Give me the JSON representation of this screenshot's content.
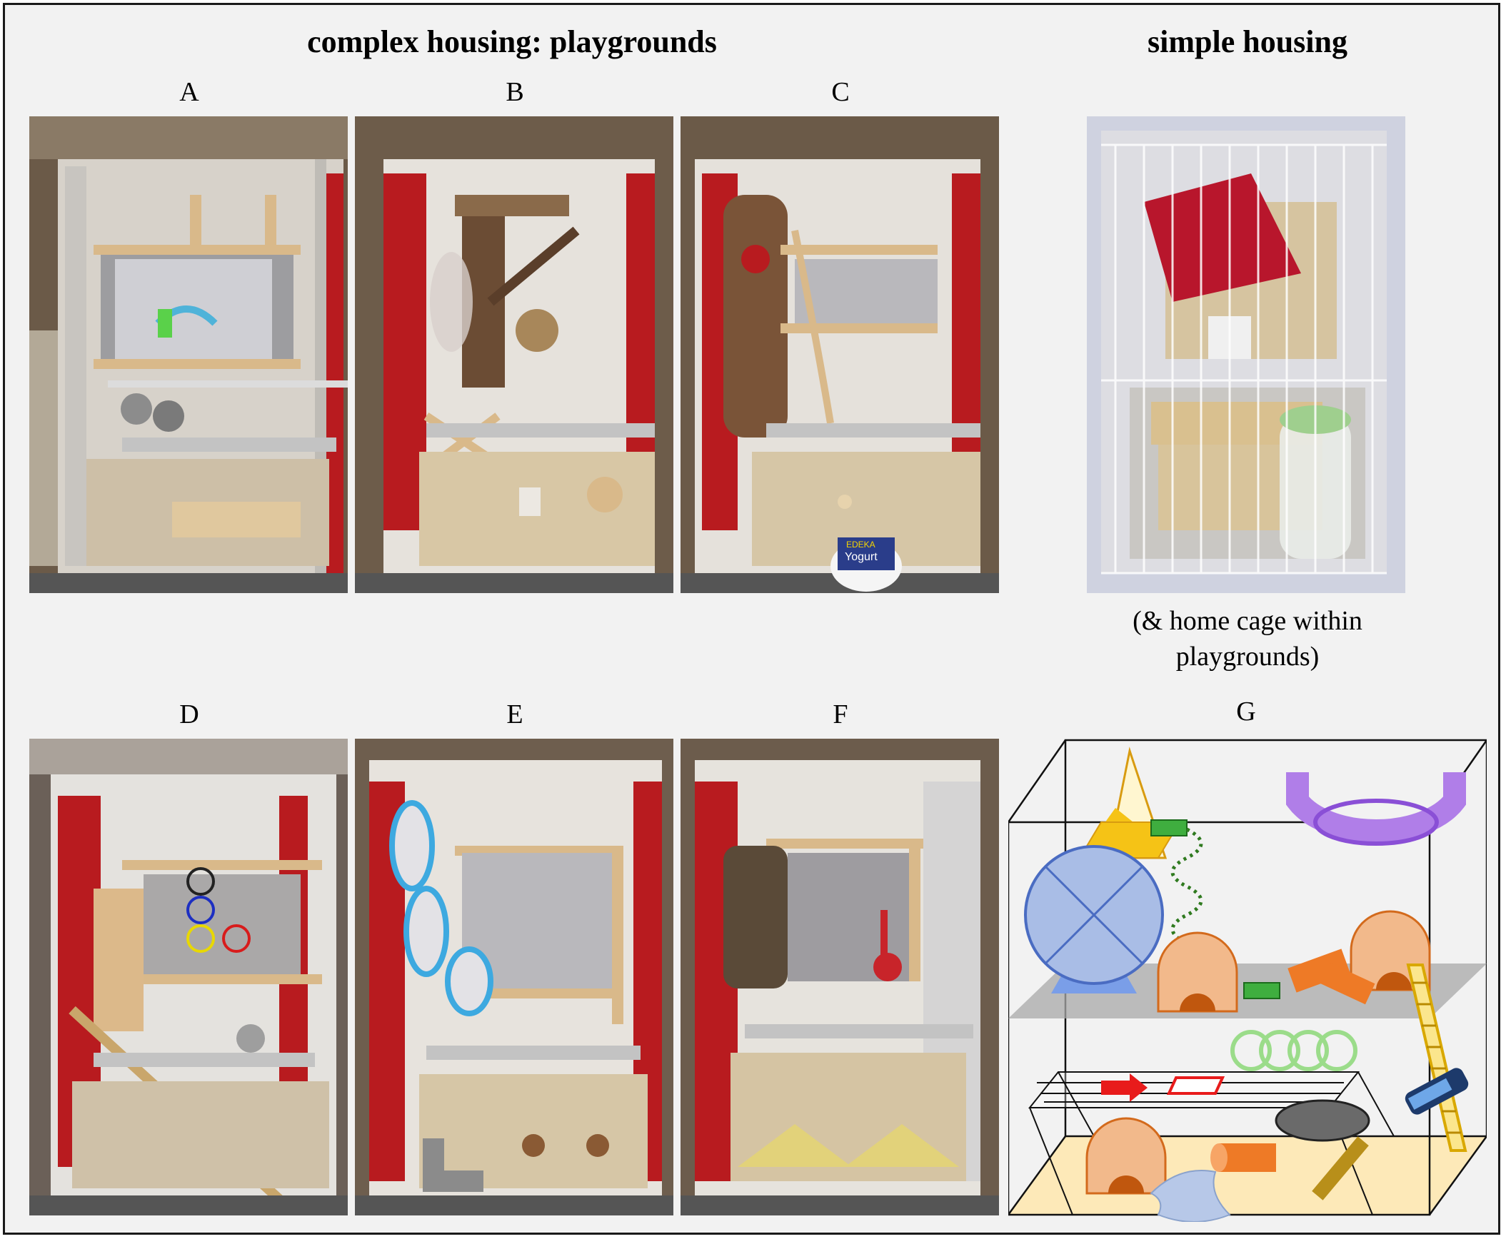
{
  "headings": {
    "complex": "complex housing: playgrounds",
    "simple": "simple housing"
  },
  "panels": [
    {
      "letter": "A"
    },
    {
      "letter": "B"
    },
    {
      "letter": "C"
    },
    {
      "letter": "D"
    },
    {
      "letter": "E"
    },
    {
      "letter": "F"
    },
    {
      "letter": "G"
    }
  ],
  "simple_note": {
    "line1": "(& home cage within",
    "line2": "playgrounds)"
  },
  "photo_labels": {
    "yogurt_lid": "Yogurt",
    "yogurt_brand": "EDEKA"
  },
  "colors": {
    "cage_red": "#b81b1f",
    "wood": "#d9b98a",
    "bedding": "#c9a66b",
    "frame_border": "#1a1a1a",
    "diagram_purple": "#b07ee8",
    "diagram_blue_wheel": "#a9bde6",
    "diagram_orange": "#f2b98b",
    "diagram_sand": "#fde9b8"
  }
}
